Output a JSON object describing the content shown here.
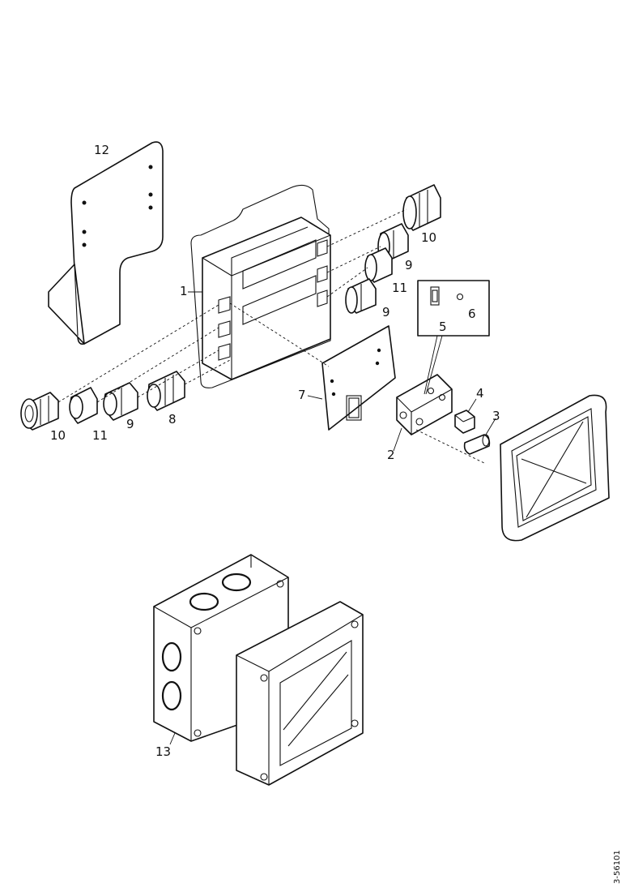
{
  "diagram": {
    "callouts": {
      "c1": "1",
      "c2": "2",
      "c3": "3",
      "c4": "4",
      "c5": "5",
      "c6": "6",
      "c7": "7",
      "c8": "8",
      "c9a": "9",
      "c9b": "9",
      "c9c": "9",
      "c10a": "10",
      "c10b": "10",
      "c11a": "11",
      "c11b": "11",
      "c12": "12",
      "c13": "13"
    },
    "doc_id": "3-56101"
  }
}
